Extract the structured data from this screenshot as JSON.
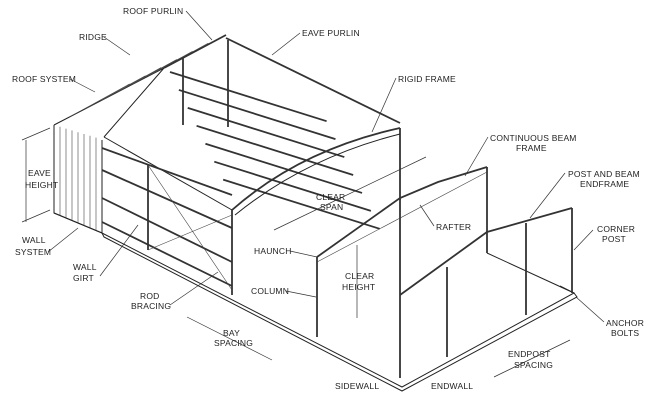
{
  "labels": {
    "roof_purlin": "ROOF PURLIN",
    "eave_purlin": "EAVE PURLIN",
    "ridge": "RIDGE",
    "roof_system": "ROOF SYSTEM",
    "rigid_frame": "RIGID FRAME",
    "continuous_beam_frame_1": "CONTINUOUS BEAM",
    "continuous_beam_frame_2": "FRAME",
    "post_and_beam_endframe_1": "POST AND BEAM",
    "post_and_beam_endframe_2": "ENDFRAME",
    "eave_height_1": "EAVE",
    "eave_height_2": "HEIGHT",
    "clear_span_1": "CLEAR",
    "clear_span_2": "SPAN",
    "wall_system_1": "WALL",
    "wall_system_2": "SYSTEM",
    "haunch": "HAUNCH",
    "rafter": "RAFTER",
    "corner_post_1": "CORNER",
    "corner_post_2": "POST",
    "wall_girt_1": "WALL",
    "wall_girt_2": "GIRT",
    "clear_height_1": "CLEAR",
    "clear_height_2": "HEIGHT",
    "column": "COLUMN",
    "rod_bracing_1": "ROD",
    "rod_bracing_2": "BRACING",
    "anchor_bolts_1": "ANCHOR",
    "anchor_bolts_2": "BOLTS",
    "bay_spacing_1": "BAY",
    "bay_spacing_2": "SPACING",
    "endpost_spacing_1": "ENDPOST",
    "endpost_spacing_2": "SPACING",
    "sidewall": "SIDEWALL",
    "endwall": "ENDWALL"
  }
}
